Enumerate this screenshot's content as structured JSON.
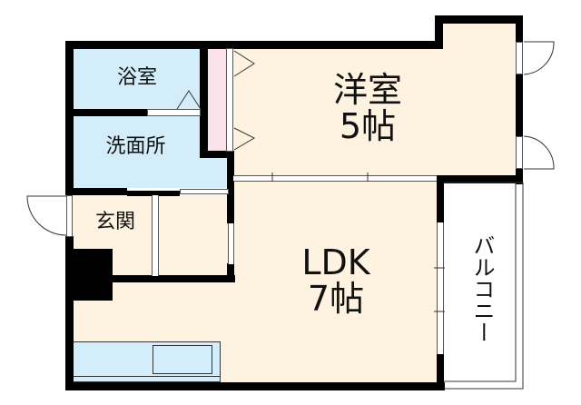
{
  "floorplan": {
    "rooms": {
      "bathroom": {
        "label": "浴室"
      },
      "washroom": {
        "label": "洗面所"
      },
      "entrance": {
        "label": "玄関"
      },
      "western_room": {
        "label": "洋室",
        "size": "5帖"
      },
      "ldk": {
        "label": "LDK",
        "size": "7帖"
      },
      "balcony": {
        "label": "バルコニー"
      }
    },
    "colors": {
      "wall": "#000000",
      "living_floor": "#fdf3e0",
      "wet_area": "#d3eefa",
      "closet": "#fbe3ea"
    }
  }
}
